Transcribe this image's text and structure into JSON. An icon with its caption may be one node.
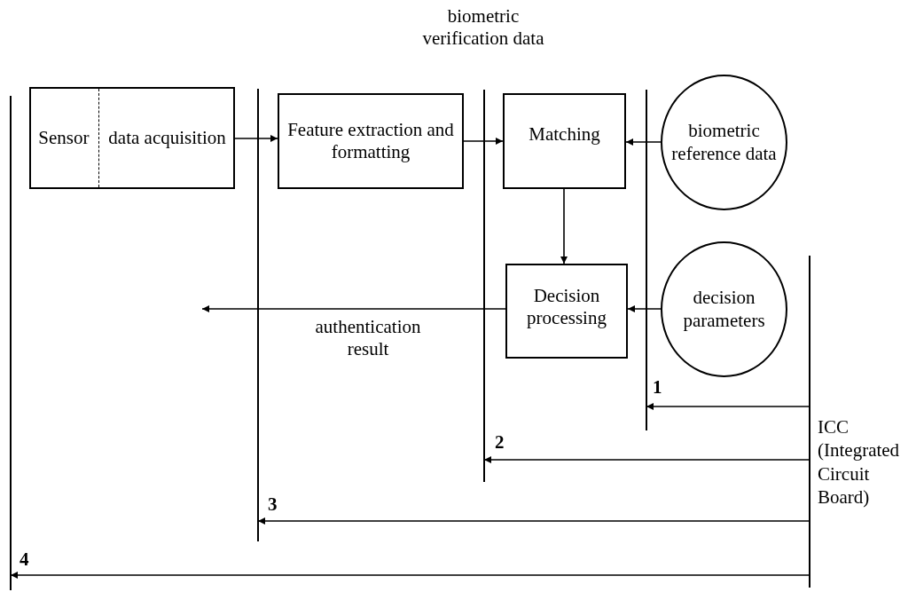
{
  "diagram": {
    "nodes": [
      {
        "text": [
          "Sensor",
          "data acquisition"
        ]
      },
      {
        "text": [
          "Feature extraction and formatting"
        ]
      },
      {
        "text": [
          "Matching"
        ]
      },
      {
        "text": [
          "biometric reference data"
        ]
      },
      {
        "text": [
          "Decision processing"
        ]
      },
      {
        "text": [
          "decision parameters"
        ]
      },
      {
        "text": [],
        "shape": "bar"
      },
      {
        "text": [],
        "shape": "bar"
      },
      {
        "text": [],
        "shape": "bar"
      },
      {
        "text": [],
        "shape": "bar"
      },
      {
        "text": [],
        "shape": "bar",
        "beside": [
          "ICC (Integrated Circuit Board)"
        ]
      }
    ],
    "edges": [
      {
        "from": 0,
        "to": 1,
        "arrow": "to"
      },
      {
        "from": 1,
        "to": 2,
        "arrow": "to"
      },
      {
        "from": 3,
        "to": 2,
        "arrow": "to"
      },
      {
        "from": 2,
        "to": 4,
        "arrow": "to"
      },
      {
        "from": 5,
        "to": 4,
        "arrow": "to"
      },
      {
        "from": 4,
        "to": null,
        "arrow": "to",
        "label": "authentication result"
      },
      {
        "from": 10,
        "to": 9,
        "arrow": "to",
        "label": "1"
      },
      {
        "from": 10,
        "to": 8,
        "arrow": "to",
        "label": "2"
      },
      {
        "from": 10,
        "to": 7,
        "arrow": "to",
        "label": "3"
      },
      {
        "from": 10,
        "to": 6,
        "arrow": "to",
        "label": "4"
      }
    ],
    "labels": [
      "biometric verification data"
    ]
  }
}
